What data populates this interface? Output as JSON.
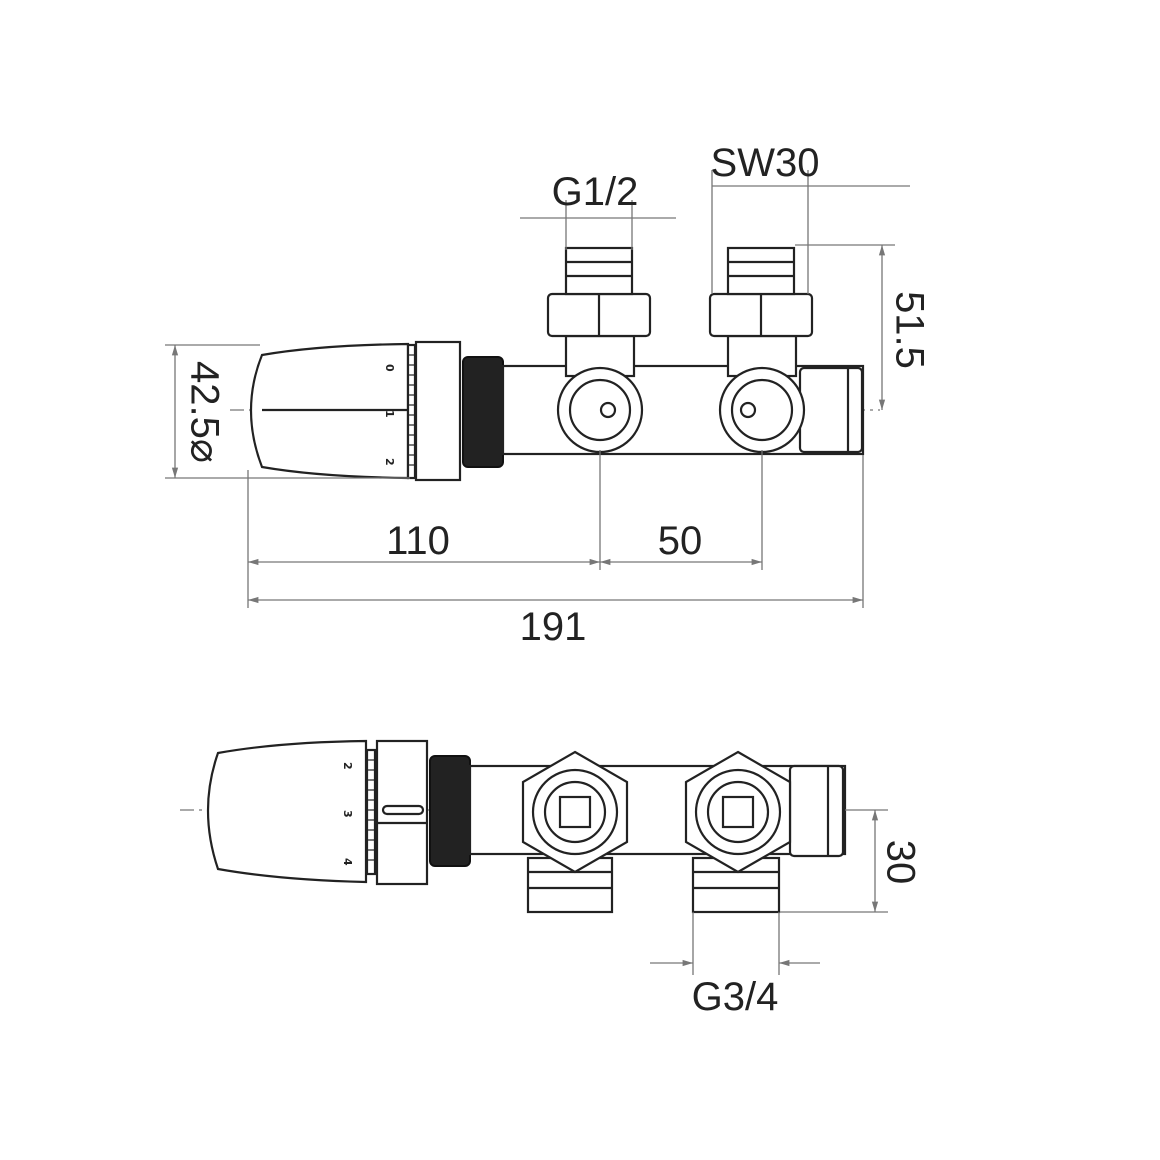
{
  "title": "Thermostatic valve set technical drawing",
  "dimensions": {
    "sw": "SW30",
    "top_thread": "G1/2",
    "height": "51.5",
    "knob_diameter": "42.5⌀",
    "d110": "110",
    "d50": "50",
    "d191": "191",
    "d30": "30",
    "bottom_thread": "G3/4"
  },
  "dial_top": [
    "0",
    "1",
    "2"
  ],
  "dial_bottom": [
    "2",
    "3",
    "4"
  ]
}
